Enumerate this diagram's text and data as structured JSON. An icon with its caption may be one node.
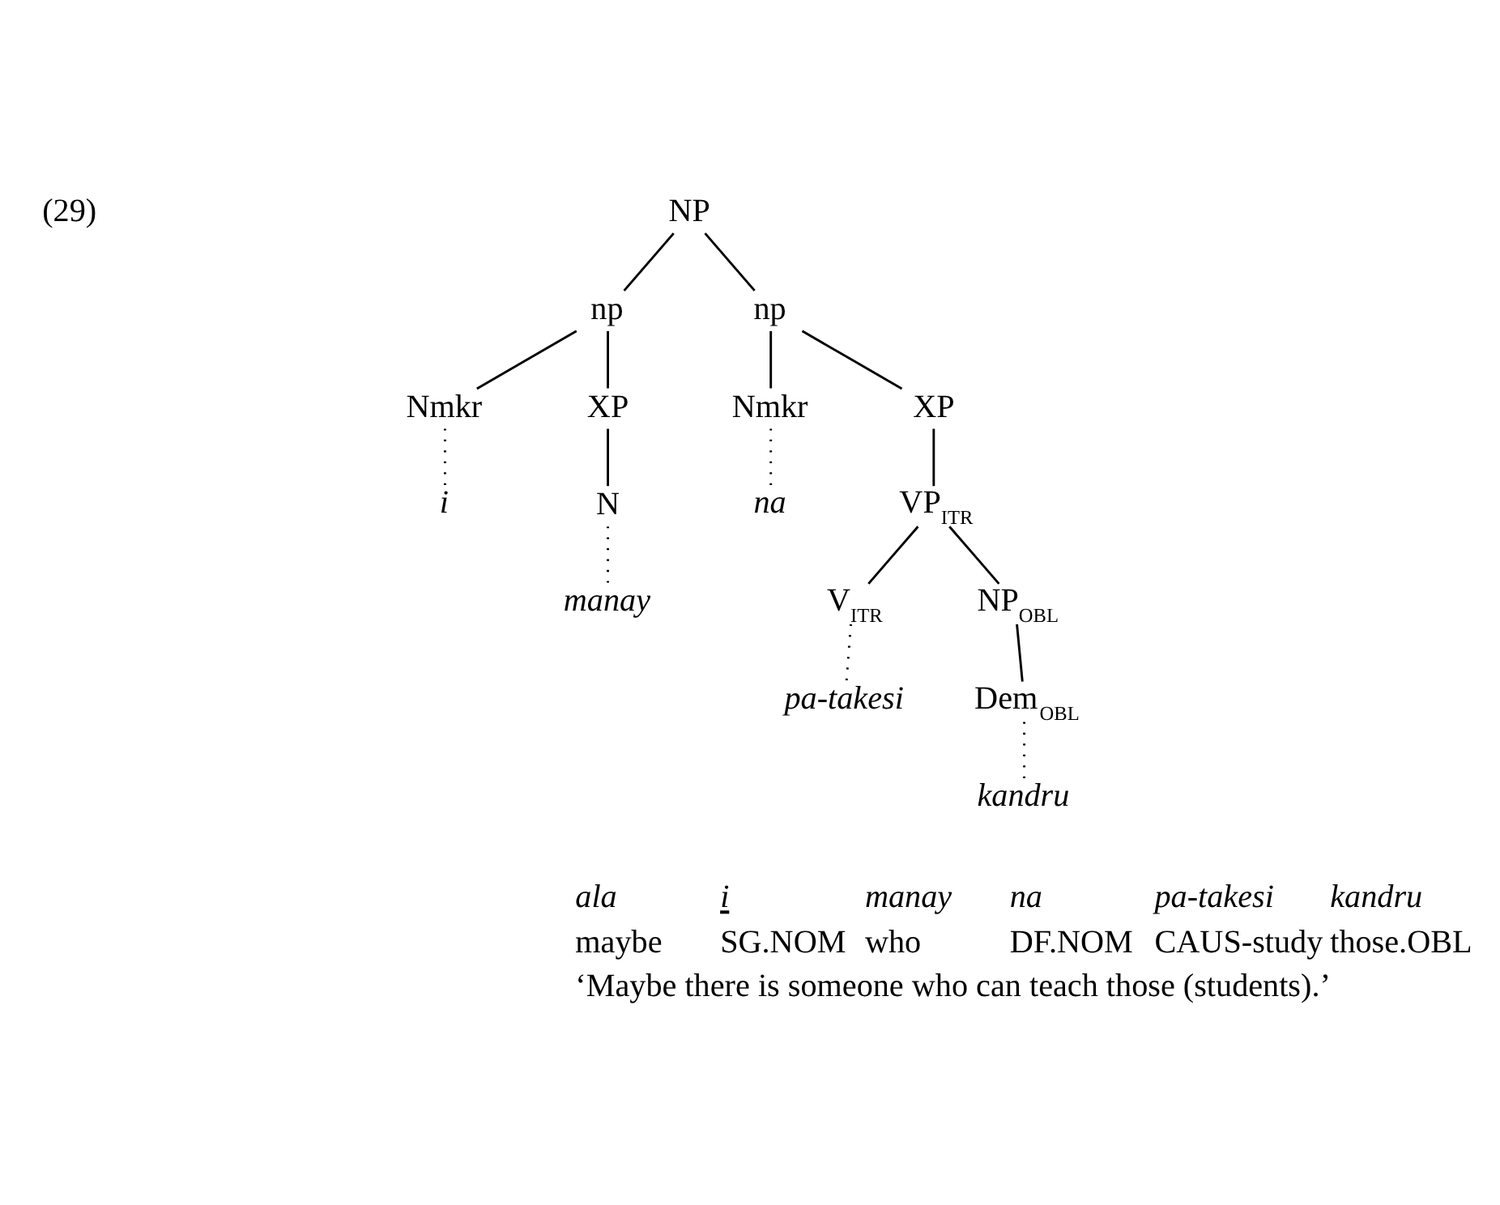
{
  "diagram": {
    "nodes": [
      {
        "text": [
          "NP"
        ]
      },
      {
        "text": [
          "np"
        ]
      },
      {
        "text": [
          "np"
        ]
      },
      {
        "text": [
          "Nmkr"
        ]
      },
      {
        "text": [
          "XP"
        ]
      },
      {
        "text": [
          "Nmkr"
        ]
      },
      {
        "text": [
          "XP"
        ]
      },
      {
        "text": [
          "i"
        ]
      },
      {
        "text": [
          "N"
        ]
      },
      {
        "text": [
          "na"
        ]
      },
      {
        "text": [
          "VP$_{ITR}$"
        ]
      },
      {
        "text": [
          "manay"
        ]
      },
      {
        "text": [
          "V$_{ITR}$"
        ]
      },
      {
        "text": [
          "NP$_{OBL}$"
        ]
      },
      {
        "text": [
          "pa-takesi"
        ]
      },
      {
        "text": [
          "Dem$_{OBL}$"
        ]
      },
      {
        "text": [
          "kandru"
        ]
      }
    ],
    "edges": [
      {
        "from": 0,
        "to": 1,
        "arrow": "none"
      },
      {
        "from": 0,
        "to": 2,
        "arrow": "none"
      },
      {
        "from": 1,
        "to": 3,
        "arrow": "none"
      },
      {
        "from": 1,
        "to": 4,
        "arrow": "none"
      },
      {
        "from": 2,
        "to": 5,
        "arrow": "none"
      },
      {
        "from": 2,
        "to": 6,
        "arrow": "none"
      },
      {
        "from": 3,
        "to": 7,
        "arrow": "none",
        "style": "dashed"
      },
      {
        "from": 4,
        "to": 8,
        "arrow": "none"
      },
      {
        "from": 5,
        "to": 9,
        "arrow": "none",
        "style": "dashed"
      },
      {
        "from": 6,
        "to": 10,
        "arrow": "none"
      },
      {
        "from": 8,
        "to": 11,
        "arrow": "none",
        "style": "dashed"
      },
      {
        "from": 10,
        "to": 12,
        "arrow": "none"
      },
      {
        "from": 10,
        "to": 13,
        "arrow": "none"
      },
      {
        "from": 12,
        "to": 14,
        "arrow": "none",
        "style": "dashed"
      },
      {
        "from": 13,
        "to": 15,
        "arrow": "none"
      },
      {
        "from": 15,
        "to": 16,
        "arrow": "none",
        "style": "dashed"
      }
    ],
    "labels": [
      "(29)",
      "ala",
      "i",
      "manay",
      "na",
      "pa-takesi",
      "kandru",
      "maybe",
      "SG.NOM",
      "who",
      "DF.NOM",
      "CAUS-study",
      "those.OBL",
      "‘Maybe there is someone who can teach those (students).’"
    ]
  }
}
